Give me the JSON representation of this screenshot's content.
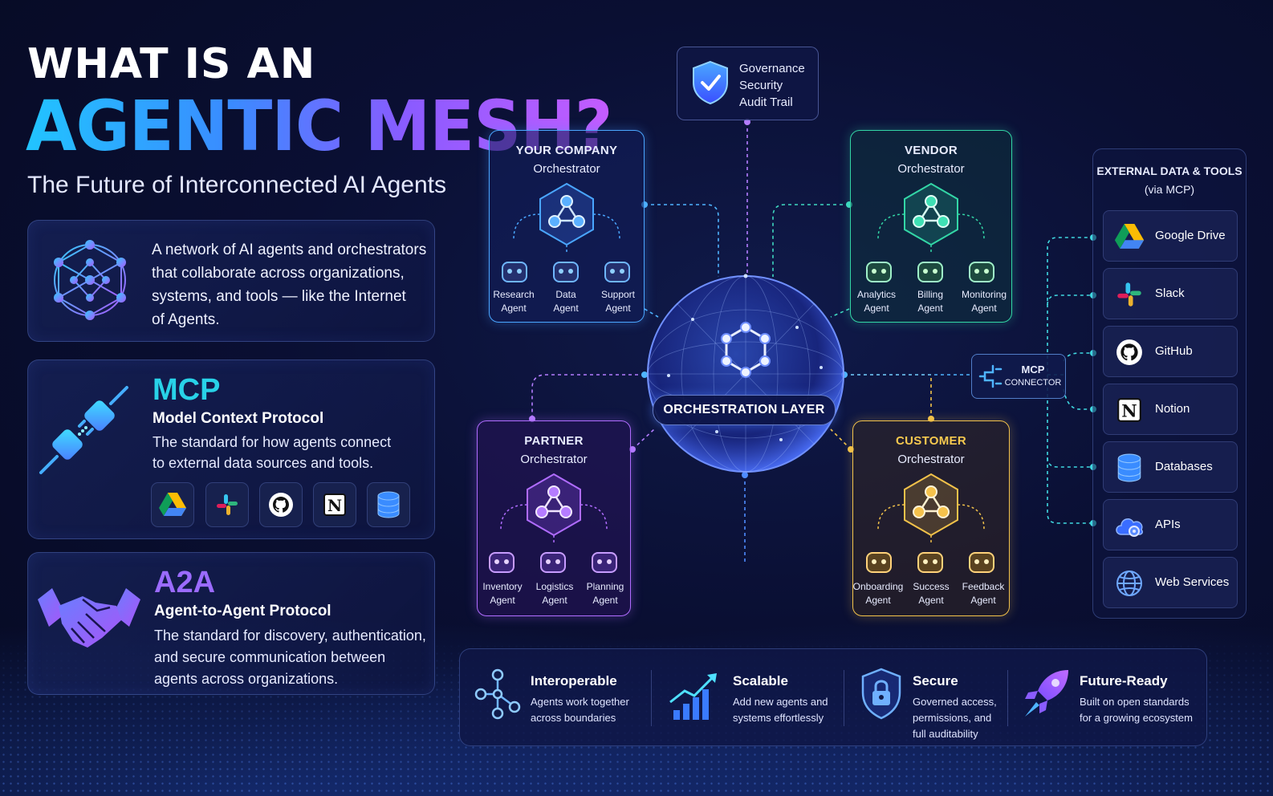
{
  "title": {
    "line1": "WHAT IS AN",
    "line2": "AGENTIC MESH?",
    "subtitle": "The Future of Interconnected AI Agents"
  },
  "definition": {
    "text_lines": [
      "A network of AI agents and orchestrators",
      "that collaborate across organizations,",
      "systems, and tools — like the Internet",
      "of Agents."
    ]
  },
  "mcp": {
    "heading": "MCP",
    "subheading": "Model Context Protocol",
    "body_lines": [
      "The standard for how agents connect",
      "to external data sources and tools."
    ],
    "tool_icons": [
      "google-drive-icon",
      "slack-icon",
      "github-icon",
      "notion-icon",
      "database-icon"
    ]
  },
  "a2a": {
    "heading": "A2A",
    "subheading": "Agent-to-Agent Protocol",
    "body_lines": [
      "The standard for discovery, authentication,",
      "and secure communication between",
      "agents across organizations."
    ]
  },
  "governance": {
    "lines": [
      "Governance",
      "Security",
      "Audit Trail"
    ]
  },
  "center": {
    "label": "ORCHESTRATION LAYER"
  },
  "orchestrators": {
    "company": {
      "name": "YOUR COMPANY",
      "role": "Orchestrator",
      "color": "#3fa9ff",
      "agents": [
        [
          "Research",
          "Agent"
        ],
        [
          "Data",
          "Agent"
        ],
        [
          "Support",
          "Agent"
        ]
      ]
    },
    "vendor": {
      "name": "VENDOR",
      "role": "Orchestrator",
      "color": "#33d6a6",
      "agents": [
        [
          "Analytics",
          "Agent"
        ],
        [
          "Billing",
          "Agent"
        ],
        [
          "Monitoring",
          "Agent"
        ]
      ]
    },
    "partner": {
      "name": "PARTNER",
      "role": "Orchestrator",
      "color": "#b06cff",
      "agents": [
        [
          "Inventory",
          "Agent"
        ],
        [
          "Logistics",
          "Agent"
        ],
        [
          "Planning",
          "Agent"
        ]
      ]
    },
    "customer": {
      "name": "CUSTOMER",
      "role": "Orchestrator",
      "color": "#f2c24a",
      "agents": [
        [
          "Onboarding",
          "Agent"
        ],
        [
          "Success",
          "Agent"
        ],
        [
          "Feedback",
          "Agent"
        ]
      ]
    }
  },
  "mcp_connector": {
    "line1": "MCP",
    "line2": "CONNECTOR"
  },
  "external": {
    "title_line1": "EXTERNAL DATA & TOOLS",
    "title_line2": "(via MCP)",
    "items": [
      "Google Drive",
      "Slack",
      "GitHub",
      "Notion",
      "Databases",
      "APIs",
      "Web Services"
    ]
  },
  "features": [
    {
      "title": "Interoperable",
      "lines": [
        "Agents work together",
        "across boundaries"
      ]
    },
    {
      "title": "Scalable",
      "lines": [
        "Add new agents and",
        "systems effortlessly"
      ]
    },
    {
      "title": "Secure",
      "lines": [
        "Governed access,",
        "permissions, and",
        "full auditability"
      ]
    },
    {
      "title": "Future-Ready",
      "lines": [
        "Built on open standards",
        "for a growing ecosystem"
      ]
    }
  ]
}
